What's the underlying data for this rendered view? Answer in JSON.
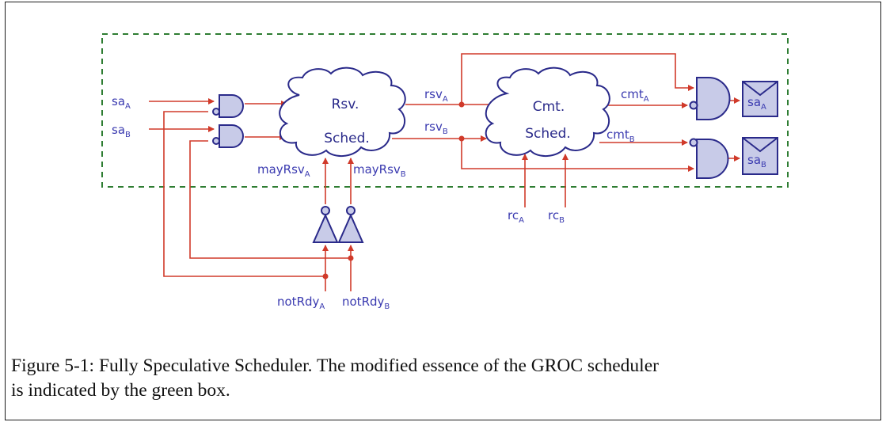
{
  "caption": {
    "line1": "Figure 5-1: Fully Speculative Scheduler. The modified essence of the GROC scheduler",
    "line2": "is indicated by the green box."
  },
  "clouds": {
    "rsv": {
      "line1": "Rsv.",
      "line2": "Sched."
    },
    "cmt": {
      "line1": "Cmt.",
      "line2": "Sched."
    }
  },
  "signals": {
    "sa_a": {
      "base": "sa",
      "sub": "A"
    },
    "sa_b": {
      "base": "sa",
      "sub": "B"
    },
    "rsv_a": {
      "base": "rsv",
      "sub": "A"
    },
    "rsv_b": {
      "base": "rsv",
      "sub": "B"
    },
    "cmt_a": {
      "base": "cmt",
      "sub": "A"
    },
    "cmt_b": {
      "base": "cmt",
      "sub": "B"
    },
    "may_rsv_a": {
      "base": "mayRsv",
      "sub": "A"
    },
    "may_rsv_b": {
      "base": "mayRsv",
      "sub": "B"
    },
    "rc_a": {
      "base": "rc",
      "sub": "A"
    },
    "rc_b": {
      "base": "rc",
      "sub": "B"
    },
    "not_rdy_a": {
      "base": "notRdy",
      "sub": "A"
    },
    "not_rdy_b": {
      "base": "notRdy",
      "sub": "B"
    },
    "out_sa_a": {
      "base": "sa",
      "sub": "A"
    },
    "out_sa_b": {
      "base": "sa",
      "sub": "B"
    }
  },
  "colors": {
    "box_border": "#2e7d32",
    "wire": "#d03a2a",
    "gate_fill": "#c8cbe8",
    "gate_stroke": "#2a2a8a",
    "label": "#3a3ab0"
  }
}
